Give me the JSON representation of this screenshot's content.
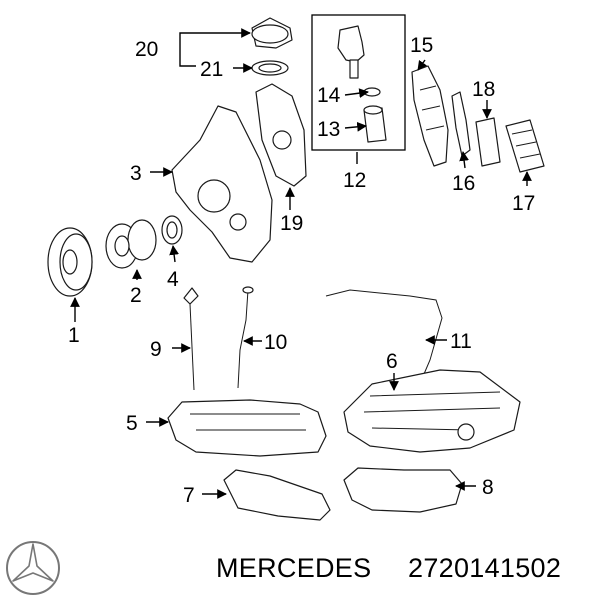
{
  "callouts": [
    "1",
    "2",
    "3",
    "4",
    "5",
    "6",
    "7",
    "8",
    "9",
    "10",
    "11",
    "12",
    "13",
    "14",
    "15",
    "16",
    "17",
    "18",
    "19",
    "20",
    "21"
  ],
  "footer": {
    "brand": "MERCEDES",
    "part_number": "2720141502"
  },
  "colors": {
    "line": "#1a1a1a",
    "background": "#ffffff"
  }
}
